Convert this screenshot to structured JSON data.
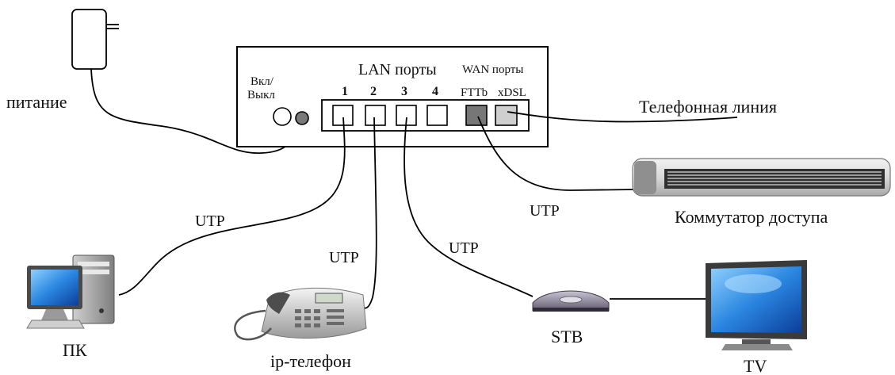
{
  "labels": {
    "power": "питание",
    "on_off_line1": "Вкл/",
    "on_off_line2": "Выкл",
    "lan_ports": "LAN порты",
    "wan_ports": "WAN порты",
    "fttb": "FTTb",
    "xdsl": "xDSL",
    "phone_line": "Телефонная линия",
    "access_switch": "Коммутатор доступа",
    "pc": "ПК",
    "ip_phone": "ip-телефон",
    "stb": "STB",
    "tv": "TV"
  },
  "lan_port_numbers": [
    "1",
    "2",
    "3",
    "4"
  ],
  "cable_labels": {
    "pc": "UTP",
    "phone": "UTP",
    "stb": "UTP",
    "switch": "UTP"
  }
}
